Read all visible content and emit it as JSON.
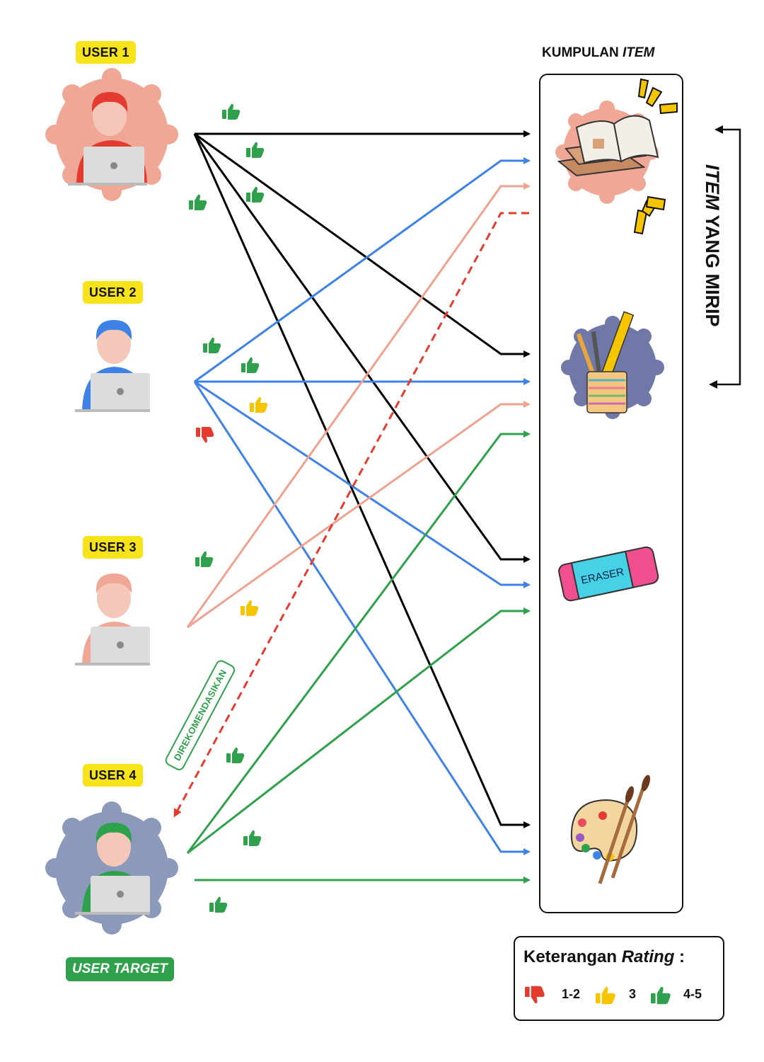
{
  "users": [
    {
      "label": "USER 1"
    },
    {
      "label": "USER 2"
    },
    {
      "label": "USER 3"
    },
    {
      "label": "USER 4"
    }
  ],
  "target_label": "USER TARGET",
  "items_title_plain": "KUMPULAN ",
  "items_title_italic": "ITEM",
  "similar_label_italic": "ITEM",
  "similar_label_plain": " YANG MIRIP",
  "recommended_label": "DIREKOMENDASIKAN",
  "items": [
    {
      "name": "book-icon"
    },
    {
      "name": "stationery-cup-icon"
    },
    {
      "name": "eraser-icon",
      "text": "ERASER"
    },
    {
      "name": "paint-palette-icon"
    }
  ],
  "legend": {
    "title_plain": "Keterangan ",
    "title_italic": "Rating",
    "title_suffix": " :",
    "entries": [
      {
        "icon": "thumbs-down-icon",
        "range": "1-2",
        "color": "#e53b2e"
      },
      {
        "icon": "thumbs-up-icon",
        "range": "3",
        "color": "#f5c600"
      },
      {
        "icon": "thumbs-up-icon",
        "range": "4-5",
        "color": "#2fa04c"
      }
    ]
  },
  "colors": {
    "user1": "#000000",
    "user2": "#3f82e6",
    "user3": "#efa28f",
    "user4": "#2fa04c",
    "recommendation": "#e53b2e",
    "badge": "#f7e31a"
  }
}
